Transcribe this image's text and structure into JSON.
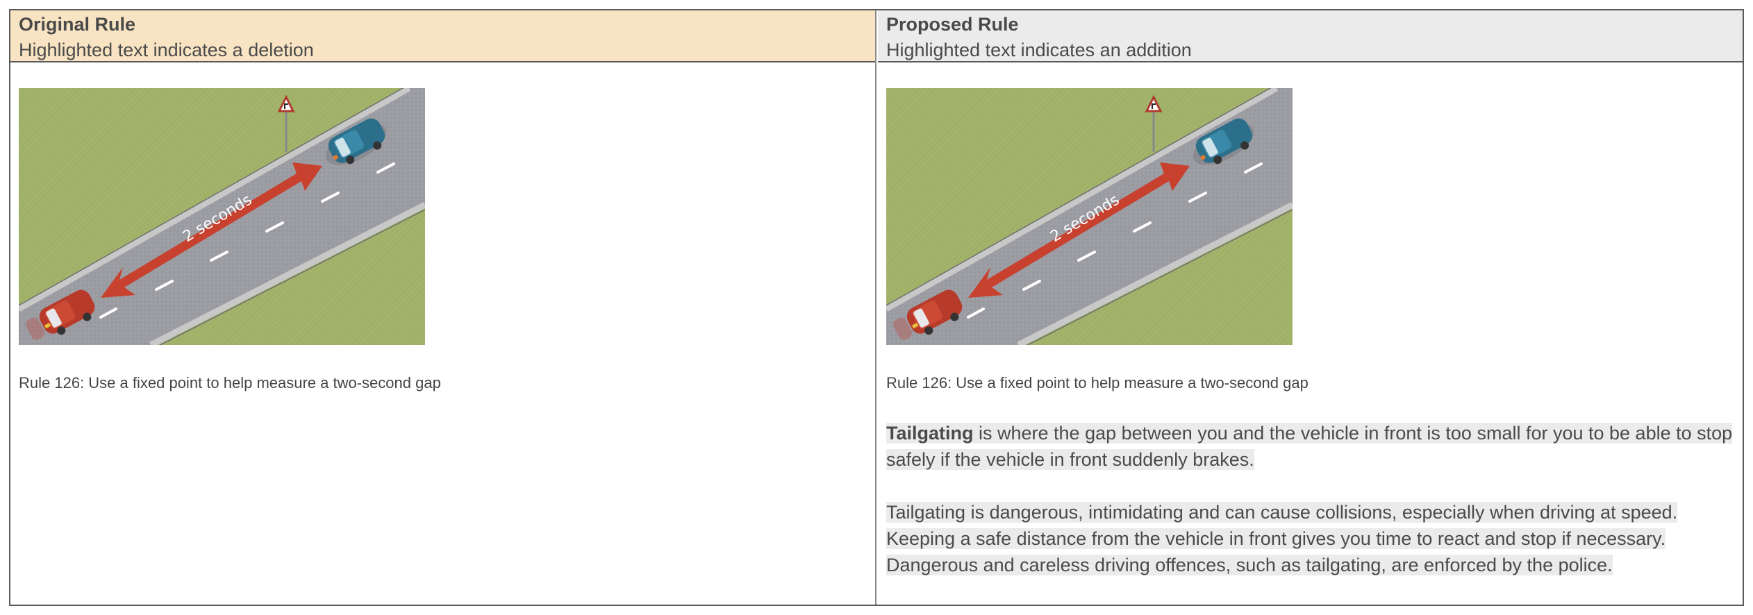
{
  "original": {
    "title": "Original Rule",
    "subtitle": "Highlighted text indicates a deletion",
    "header_color": "#f8e4c3",
    "image": {
      "alt": "Two cars on a road with a red double-headed arrow labelled 2 seconds between them and a fixed bend warning sign",
      "arrow_label": "2 seconds",
      "icons": [
        "road-sign-bend-icon",
        "blue-car-icon",
        "red-car-icon",
        "double-arrow-icon"
      ]
    },
    "caption": "Rule 126: Use a fixed point to help measure a two-second gap"
  },
  "proposed": {
    "title": "Proposed Rule",
    "subtitle": "Highlighted text indicates an addition",
    "header_color": "#ebebeb",
    "image": {
      "alt": "Two cars on a road with a red double-headed arrow labelled 2 seconds between them and a fixed bend warning sign",
      "arrow_label": "2 seconds",
      "icons": [
        "road-sign-bend-icon",
        "blue-car-icon",
        "red-car-icon",
        "double-arrow-icon"
      ]
    },
    "caption": "Rule 126: Use a fixed point to help measure a two-second gap",
    "additions": {
      "para1_term": "Tailgating",
      "para1_rest": " is where the gap between you and the vehicle in front is too small for you to be able to stop safely if the vehicle in front suddenly brakes.",
      "para2": "Tailgating is dangerous, intimidating and can cause collisions, especially when driving at speed. Keeping a safe distance from the vehicle in front gives you time to react and stop if necessary. Dangerous and careless driving offences, such as tailgating, are enforced by the police.",
      "highlight_color": "#ebebeb"
    }
  }
}
